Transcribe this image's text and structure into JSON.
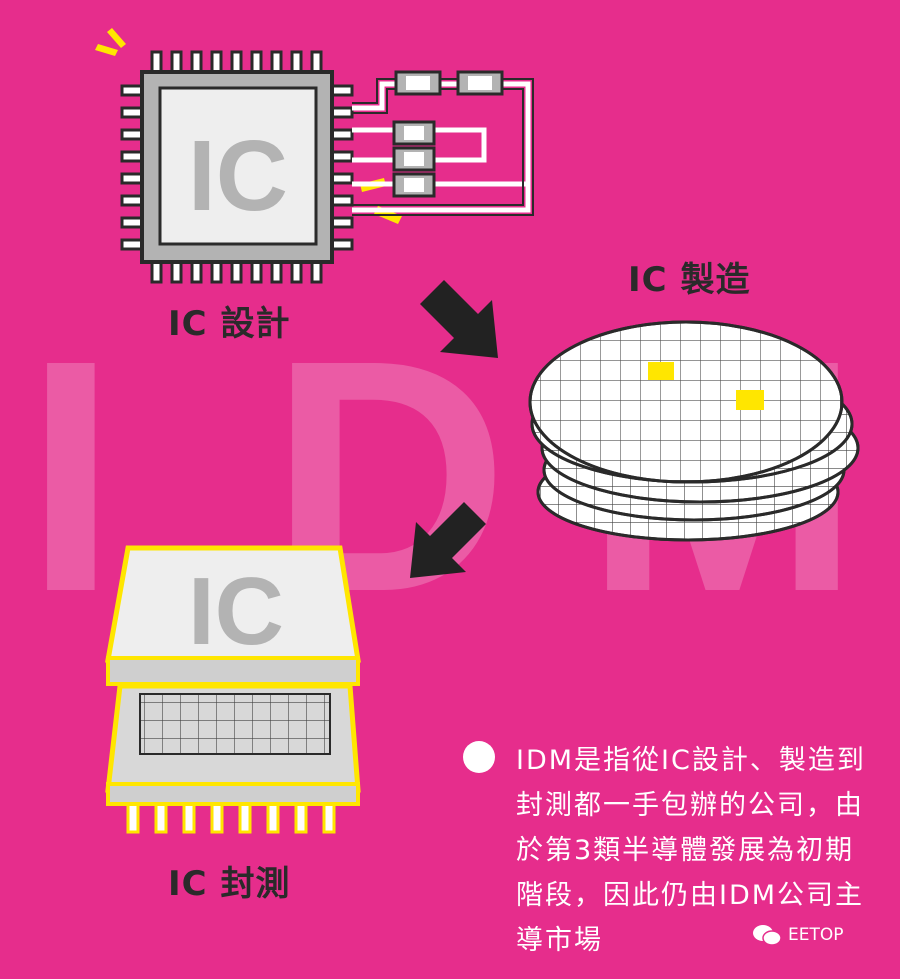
{
  "background_letters": [
    "I",
    "D",
    "M"
  ],
  "chip_text": "IC",
  "labels": {
    "design": "IC 設計",
    "manufacturing": "IC 製造",
    "packaging_testing": "IC 封測"
  },
  "note": "IDM是指從IC設計、製造到封測都一手包辦的公司，由於第3類半導體發展為初期階段，因此仍由IDM公司主導市場",
  "watermark": "EETOP",
  "colors": {
    "background": "#e62d8c",
    "chip_gray": "#b3b3b3",
    "chip_face": "#eeeeee",
    "accent_yellow": "#ffe600",
    "outline": "#2a2a2a",
    "arrow": "#222222"
  },
  "icons": [
    "ic-chip-icon",
    "wafer-stack-icon",
    "packaged-chip-icon",
    "arrow-icon",
    "bullet-icon",
    "wechat-icon"
  ]
}
